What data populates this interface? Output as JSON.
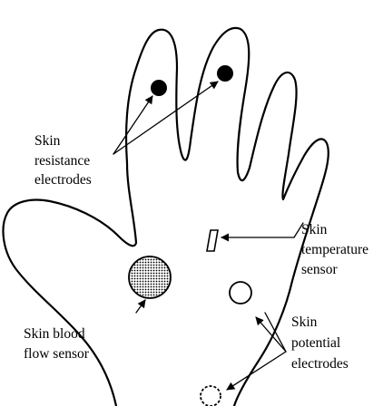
{
  "labels": {
    "skin_resistance": [
      "Skin",
      "resistance",
      "electrodes"
    ],
    "skin_temperature": [
      "Skin",
      "temperature",
      "sensor"
    ],
    "skin_blood_flow": [
      "Skin blood",
      "flow sensor"
    ],
    "skin_potential": [
      "Skin",
      "potential",
      "electrodes"
    ]
  }
}
